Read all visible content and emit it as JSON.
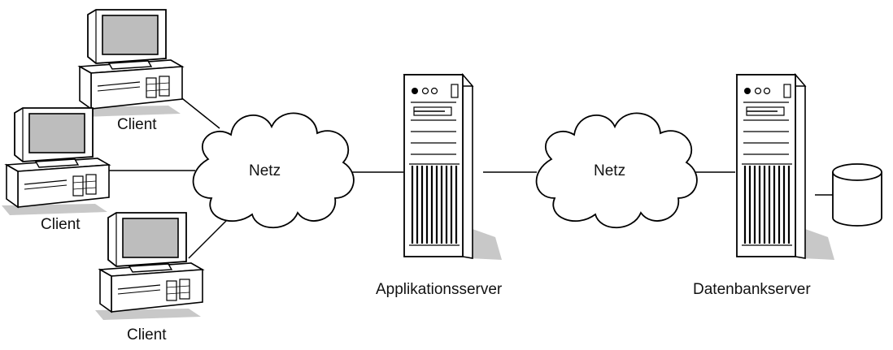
{
  "labels": {
    "client_top": "Client",
    "client_middle": "Client",
    "client_bottom": "Client",
    "network_left": "Netz",
    "network_right": "Netz",
    "application_server": "Applikationsserver",
    "database_server": "Datenbankserver"
  },
  "colors": {
    "line": "#000000",
    "screen": "#bdbdbd",
    "shadow": "#c8c8c8",
    "fill": "#ffffff"
  }
}
